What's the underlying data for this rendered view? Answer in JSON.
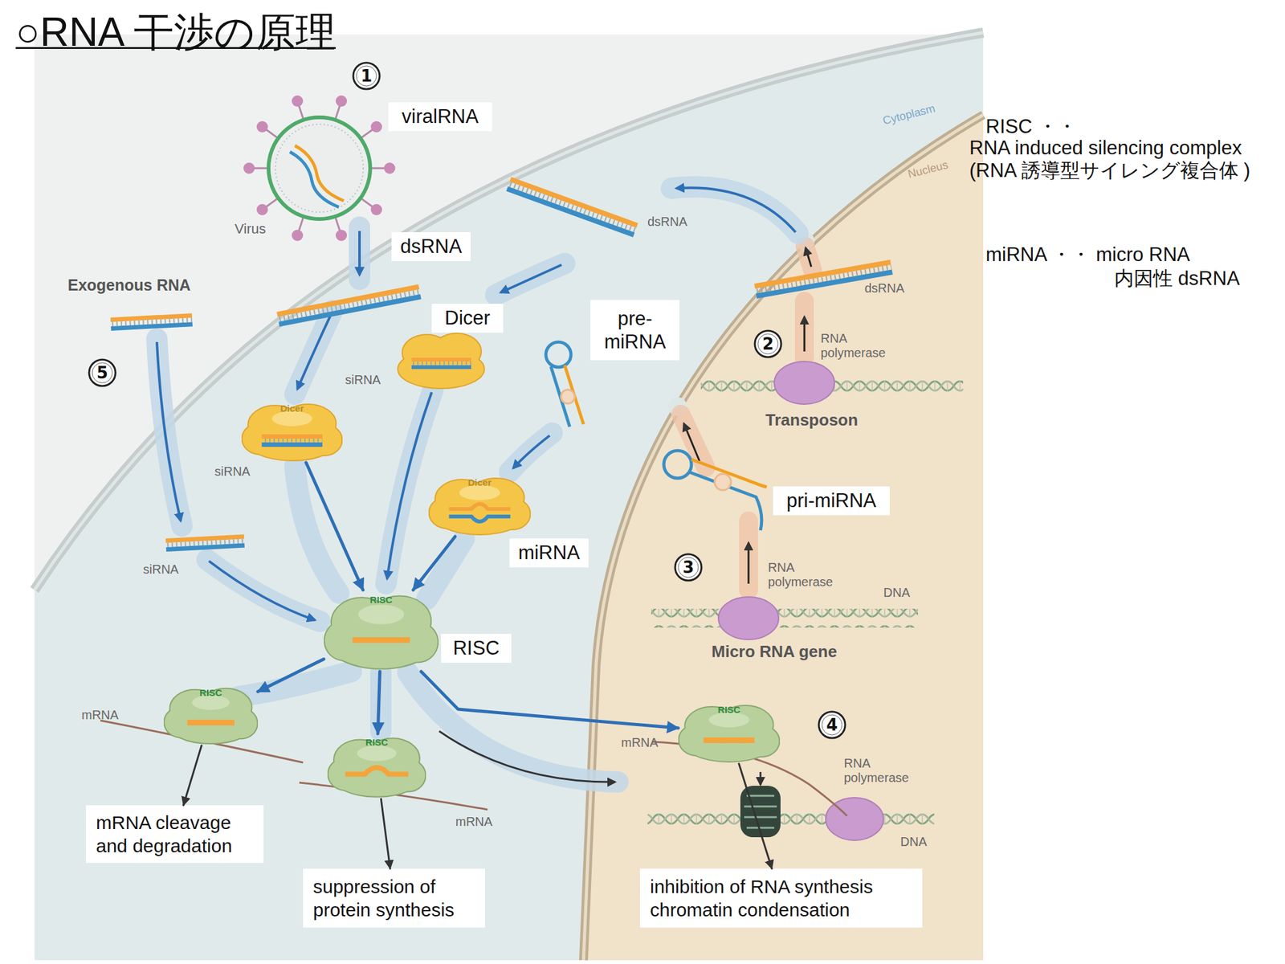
{
  "diagram": {
    "title": "○RNA 干渉の原理",
    "nodes": [
      {
        "text": [
          "1"
        ]
      },
      {
        "text": [
          "viralRNA"
        ]
      },
      {
        "text": [
          "dsRNA"
        ]
      },
      {
        "text": [
          "Dicer"
        ]
      },
      {
        "text": [
          "pre- miRNA"
        ]
      },
      {
        "text": [
          "2"
        ]
      },
      {
        "text": [
          "5"
        ]
      },
      {
        "text": [
          "Dicer"
        ]
      },
      {
        "text": [
          "pri-miRNA"
        ]
      },
      {
        "text": [
          "Dicer"
        ]
      },
      {
        "text": [
          "miRNA"
        ]
      },
      {
        "text": [
          "3"
        ]
      },
      {
        "text": [
          "RISC"
        ]
      },
      {
        "text": [
          "RISC"
        ]
      },
      {
        "text": [
          "RISC"
        ]
      },
      {
        "text": [
          "4"
        ]
      },
      {
        "text": [
          "RISC"
        ]
      },
      {
        "text": [
          "RISC"
        ]
      },
      {
        "text": [
          "mRNA cleavage and degradation"
        ]
      },
      {
        "text": [
          "suppression of protein synthesis"
        ]
      },
      {
        "text": [
          "inhibition of RNA synthesis chromatin condensation"
        ]
      }
    ],
    "edges": [
      {
        "from": 7,
        "to": 12,
        "arrow": "to"
      },
      {
        "from": 9,
        "to": 12,
        "arrow": "to"
      },
      {
        "from": 12,
        "to": 14,
        "arrow": "to"
      },
      {
        "from": 12,
        "to": 17,
        "arrow": "to"
      },
      {
        "from": 12,
        "to": 16,
        "arrow": "to"
      },
      {
        "from": 14,
        "to": 18,
        "arrow": "to"
      },
      {
        "from": 17,
        "to": 19,
        "arrow": "to"
      },
      {
        "from": 16,
        "to": 20,
        "arrow": "to"
      }
    ],
    "labels": [
      "Cytoplasm",
      "Nucleus",
      "RISC ・・",
      "RNA induced silencing complex",
      "(RNA 誘導型サイレング複合体 )",
      "Virus",
      "dsRNA",
      "miRNA ・・ micro RNA",
      "内因性 dsRNA",
      "Exogenous RNA",
      "dsRNA",
      "RNA polymerase",
      "siRNA",
      "Transposon",
      "siRNA",
      "RNA polymerase",
      "siRNA",
      "DNA",
      "Micro RNA gene",
      "mRNA",
      "mRNA",
      "RNA polymerase",
      "mRNA",
      "DNA"
    ]
  }
}
